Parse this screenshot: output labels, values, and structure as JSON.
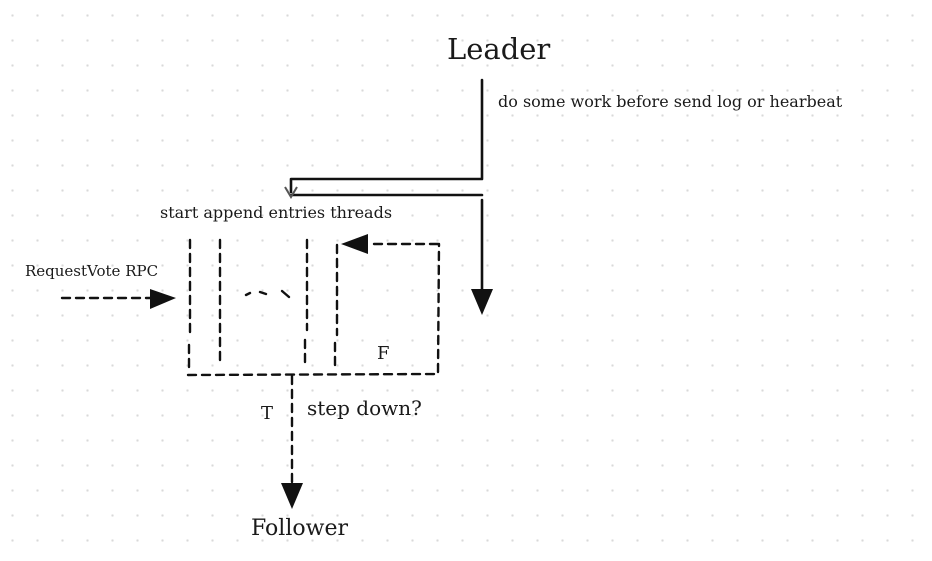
{
  "nodes": {
    "leader": "Leader",
    "follower": "Follower"
  },
  "annotations": {
    "pre_work": "do some work before send log or hearbeat",
    "append_threads": "start append entries threads",
    "request_vote": "RequestVote RPC",
    "step_down": "step down?",
    "true_branch": "T",
    "false_branch": "F"
  },
  "colors": {
    "stroke": "#111111",
    "background": "#ffffff",
    "grid_dot": "#d9d9d9"
  }
}
